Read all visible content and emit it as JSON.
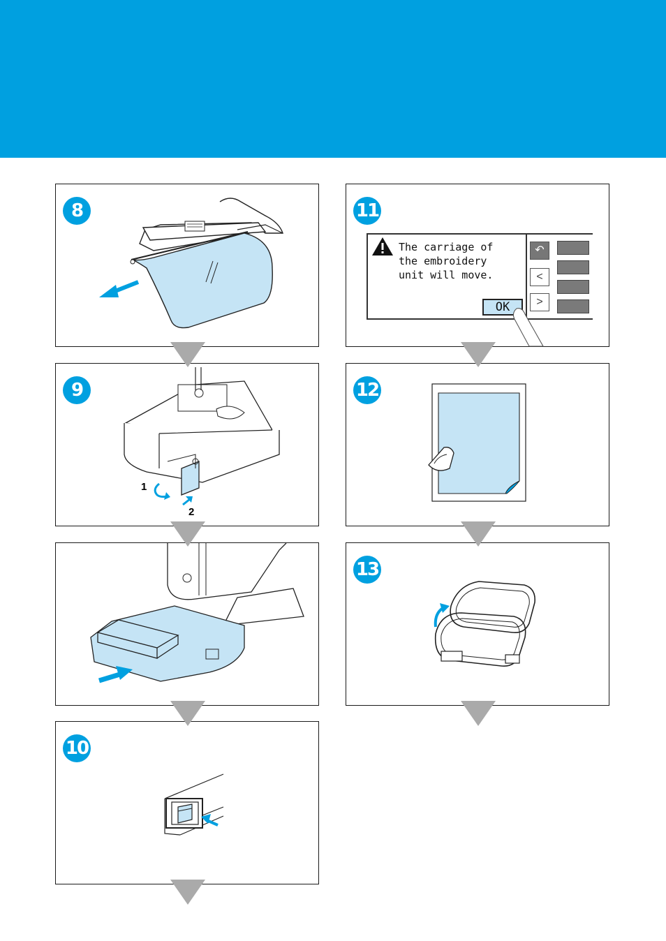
{
  "steps": [
    {
      "number": "8",
      "icon": "sewing-machine-cover-removal"
    },
    {
      "number": "9",
      "icon": "accessory-compartment-door"
    },
    {
      "number": "",
      "icon": "embroidery-unit-attach"
    },
    {
      "number": "10",
      "icon": "power-switch"
    },
    {
      "number": "11",
      "icon": "lcd-carriage-warning"
    },
    {
      "number": "12",
      "icon": "stabilizer-ironing"
    },
    {
      "number": "13",
      "icon": "embroidery-frame"
    }
  ],
  "step9_labels": {
    "first": "1",
    "second": "2"
  },
  "lcd": {
    "message": "The carriage of\nthe embroidery\nunit will move.",
    "ok_label": "OK",
    "side_icons": [
      "return-icon",
      "prev-icon",
      "next-icon",
      "embroidery-icon",
      "list-icon",
      "save-icon",
      "stitch-icon"
    ]
  },
  "colors": {
    "accent": "#00a0e0",
    "fill_light": "#c5e4f5",
    "arrow_gray": "#aaaaaa"
  }
}
